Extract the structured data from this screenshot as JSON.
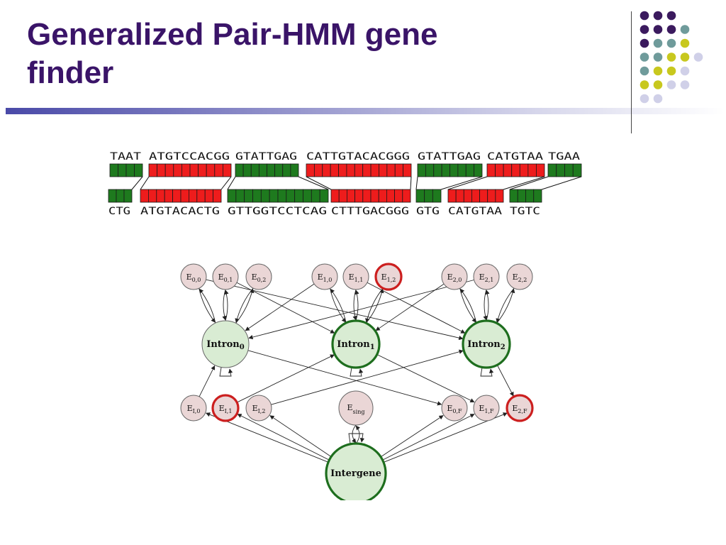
{
  "slide": {
    "title_line1": "Generalized Pair-HMM gene",
    "title_line2": "finder"
  },
  "colors": {
    "title": "#3a1468",
    "purple": "#3b1a5e",
    "teal": "#6f9b9b",
    "olive": "#c8c81e",
    "lavender": "#d0d0e8",
    "exon": "#ee1c1c",
    "intron_box": "#1e7a1e",
    "state_fill": "#ead6d6",
    "hl_state_border": "#cc1f1f",
    "big_state_fill": "#d9ecd3",
    "big_state_border": "#1e6e1e"
  },
  "dots_pattern": [
    [
      "purple",
      "purple",
      "purple"
    ],
    [
      "purple",
      "purple",
      "purple",
      "teal"
    ],
    [
      "purple",
      "teal",
      "teal",
      "olive"
    ],
    [
      "teal",
      "teal",
      "olive",
      "olive",
      "lavender"
    ],
    [
      "teal",
      "olive",
      "olive",
      "lavender"
    ],
    [
      "olive",
      "olive",
      "lavender",
      "lavender"
    ],
    [
      "lavender",
      "lavender"
    ]
  ],
  "alignment": {
    "top_labels": [
      "TAAT",
      "ATGTCCACGG",
      "GTATTGAG",
      "CATTGTACACGGG",
      "GTATTGAG",
      "CATGTAA",
      "TGAA"
    ],
    "bottom_labels": [
      "CTG",
      "ATGTACACTG",
      "GTTGGTCCTCAG",
      "CTTTGACGGG",
      "GTG",
      "CATGTAA",
      "TGTC"
    ],
    "top_segments": [
      {
        "kind": "intron",
        "count": 4
      },
      {
        "kind": "exon",
        "count": 10
      },
      {
        "kind": "intron",
        "count": 8
      },
      {
        "kind": "exon",
        "count": 13
      },
      {
        "kind": "intron",
        "count": 8
      },
      {
        "kind": "exon",
        "count": 7
      },
      {
        "kind": "intron",
        "count": 4
      }
    ],
    "bottom_segments": [
      {
        "kind": "intron",
        "count": 3
      },
      {
        "kind": "exon",
        "count": 10
      },
      {
        "kind": "intron",
        "count": 12
      },
      {
        "kind": "exon",
        "count": 10
      },
      {
        "kind": "intron",
        "count": 3
      },
      {
        "kind": "exon",
        "count": 7
      },
      {
        "kind": "intron",
        "count": 4
      }
    ]
  },
  "hmm": {
    "states": [
      {
        "id": "E00",
        "main": "E",
        "sub": "0,0",
        "row": "top",
        "highlight": false
      },
      {
        "id": "E01",
        "main": "E",
        "sub": "0,1",
        "row": "top",
        "highlight": false
      },
      {
        "id": "E02",
        "main": "E",
        "sub": "0,2",
        "row": "top",
        "highlight": false
      },
      {
        "id": "E10",
        "main": "E",
        "sub": "1,0",
        "row": "top",
        "highlight": false
      },
      {
        "id": "E11",
        "main": "E",
        "sub": "1,1",
        "row": "top",
        "highlight": false
      },
      {
        "id": "E12",
        "main": "E",
        "sub": "1,2",
        "row": "top",
        "highlight": true
      },
      {
        "id": "E20",
        "main": "E",
        "sub": "2,0",
        "row": "top",
        "highlight": false
      },
      {
        "id": "E21",
        "main": "E",
        "sub": "2,1",
        "row": "top",
        "highlight": false
      },
      {
        "id": "E22",
        "main": "E",
        "sub": "2,2",
        "row": "top",
        "highlight": false
      },
      {
        "id": "I0",
        "main": "Intron",
        "sub": "0",
        "row": "mid",
        "highlight": false
      },
      {
        "id": "I1",
        "main": "Intron",
        "sub": "1",
        "row": "mid",
        "highlight": true
      },
      {
        "id": "I2",
        "main": "Intron",
        "sub": "2",
        "row": "mid",
        "highlight": true
      },
      {
        "id": "EI0",
        "main": "E",
        "sub": "I,0",
        "row": "bot",
        "highlight": false
      },
      {
        "id": "EI1",
        "main": "E",
        "sub": "I,1",
        "row": "bot",
        "highlight": true
      },
      {
        "id": "EI2",
        "main": "E",
        "sub": "I,2",
        "row": "bot",
        "highlight": false
      },
      {
        "id": "ES",
        "main": "E",
        "sub": "sing",
        "row": "bot",
        "highlight": false
      },
      {
        "id": "E0F",
        "main": "E",
        "sub": "0,F",
        "row": "bot",
        "highlight": false
      },
      {
        "id": "E1F",
        "main": "E",
        "sub": "1,F",
        "row": "bot",
        "highlight": false
      },
      {
        "id": "E2F",
        "main": "E",
        "sub": "2,F",
        "row": "bot",
        "highlight": true
      },
      {
        "id": "IG",
        "main": "Intergene",
        "sub": "",
        "row": "base",
        "highlight": true
      }
    ]
  }
}
